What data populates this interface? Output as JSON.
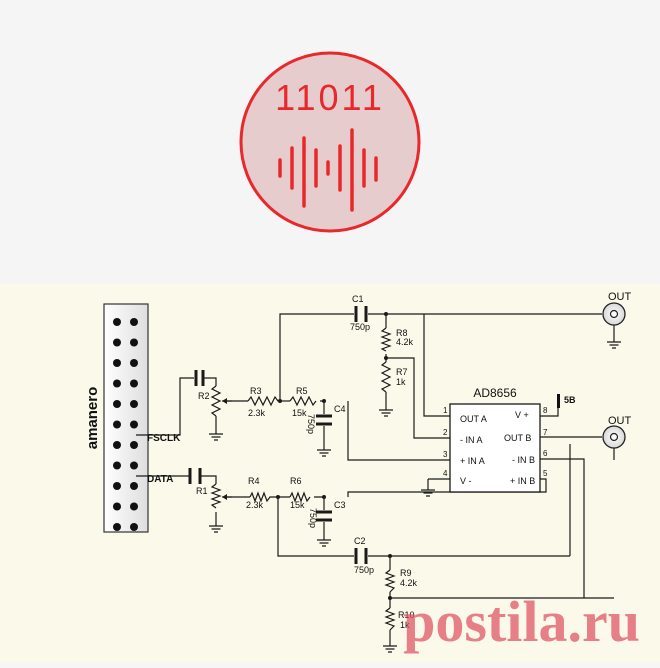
{
  "logo": {
    "digits": "11011"
  },
  "schematic": {
    "connector": "amanero",
    "signals": {
      "fsclk": "FSCLK",
      "data": "DATA"
    },
    "opamp": {
      "part": "AD8656",
      "pins": {
        "p1": "OUT A",
        "p2": "- IN A",
        "p3": "+ IN A",
        "p4": "V -",
        "p5": "+ IN B",
        "p6": "- IN B",
        "p7": "OUT B",
        "p8": "V +"
      },
      "pin_numbers": [
        "1",
        "2",
        "3",
        "4",
        "5",
        "6",
        "7",
        "8"
      ]
    },
    "supply": "5В",
    "outputs": {
      "out1": "OUT",
      "out2": "OUT"
    },
    "components": {
      "C1": {
        "ref": "C1",
        "value": "750p"
      },
      "C2": {
        "ref": "C2",
        "value": "750p"
      },
      "C3": {
        "ref": "C3",
        "value": "750p"
      },
      "C4": {
        "ref": "C4",
        "value": "750p"
      },
      "R1": {
        "ref": "R1"
      },
      "R2": {
        "ref": "R2"
      },
      "R3": {
        "ref": "R3",
        "value": "2.3k"
      },
      "R4": {
        "ref": "R4",
        "value": "2.3k"
      },
      "R5": {
        "ref": "R5",
        "value": "15k"
      },
      "R6": {
        "ref": "R6",
        "value": "15k"
      },
      "R7": {
        "ref": "R7",
        "value": "1k"
      },
      "R8": {
        "ref": "R8",
        "value": "4.2k"
      },
      "R9": {
        "ref": "R9",
        "value": "4.2k"
      },
      "R10": {
        "ref": "R10",
        "value": "1k"
      }
    }
  },
  "watermark": "postila.ru",
  "colors": {
    "logo_red": "#e8282a",
    "logo_fill": "#e6cccd",
    "wire": "#1a1a1a",
    "panel": "#fbfaea"
  }
}
